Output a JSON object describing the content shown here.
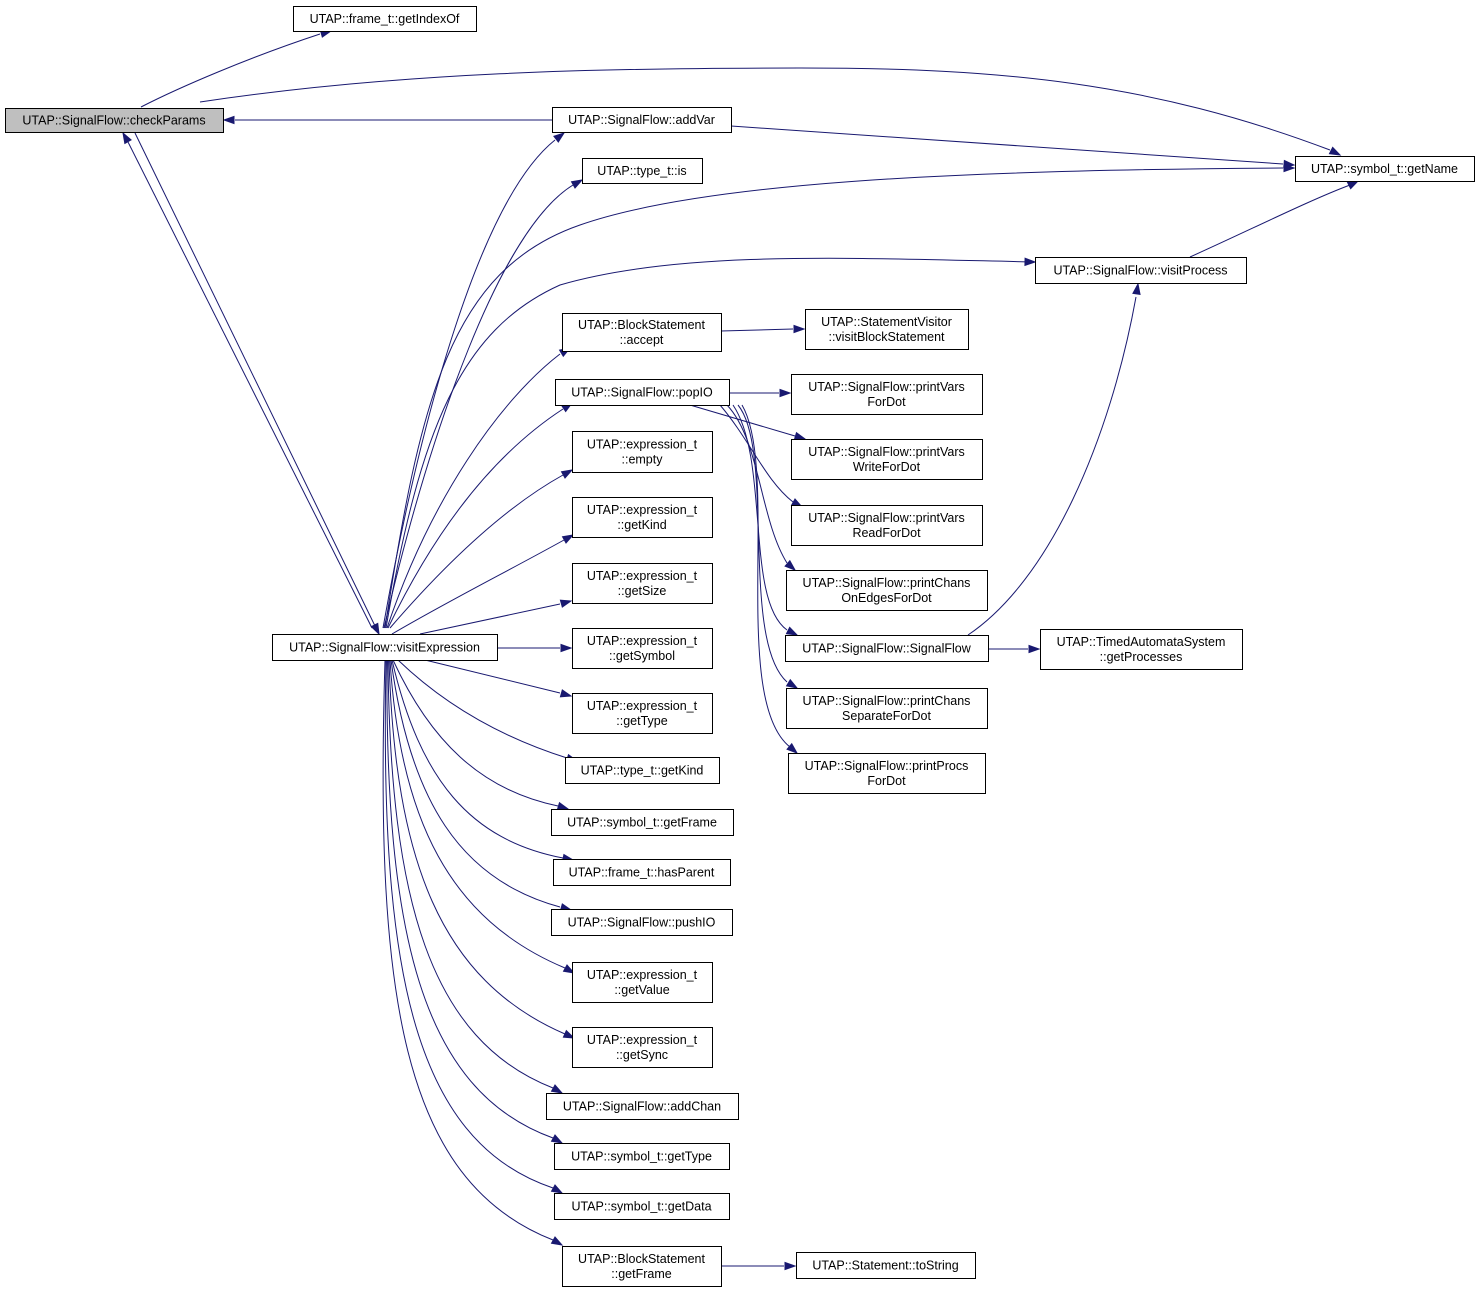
{
  "graph": {
    "colors": {
      "edge": "#191970",
      "node_border": "#000000",
      "root_fill": "#bfbfbf",
      "node_fill": "#ffffff"
    },
    "nodes": [
      {
        "id": "checkParams",
        "lines": [
          "UTAP::SignalFlow::checkParams"
        ],
        "root": true
      },
      {
        "id": "getIndexOf",
        "lines": [
          "UTAP::frame_t::getIndexOf"
        ]
      },
      {
        "id": "addVar",
        "lines": [
          "UTAP::SignalFlow::addVar"
        ]
      },
      {
        "id": "getName",
        "lines": [
          "UTAP::symbol_t::getName"
        ]
      },
      {
        "id": "typeIs",
        "lines": [
          "UTAP::type_t::is"
        ]
      },
      {
        "id": "visitProcess",
        "lines": [
          "UTAP::SignalFlow::visitProcess"
        ]
      },
      {
        "id": "accept",
        "lines": [
          "UTAP::BlockStatement",
          "::accept"
        ]
      },
      {
        "id": "visitBlockStatement",
        "lines": [
          "UTAP::StatementVisitor",
          "::visitBlockStatement"
        ]
      },
      {
        "id": "popIO",
        "lines": [
          "UTAP::SignalFlow::popIO"
        ]
      },
      {
        "id": "printVarsForDot",
        "lines": [
          "UTAP::SignalFlow::printVars",
          "ForDot"
        ]
      },
      {
        "id": "empty",
        "lines": [
          "UTAP::expression_t",
          "::empty"
        ]
      },
      {
        "id": "printVarsWriteForDot",
        "lines": [
          "UTAP::SignalFlow::printVars",
          "WriteForDot"
        ]
      },
      {
        "id": "exprGetKind",
        "lines": [
          "UTAP::expression_t",
          "::getKind"
        ]
      },
      {
        "id": "printVarsReadForDot",
        "lines": [
          "UTAP::SignalFlow::printVars",
          "ReadForDot"
        ]
      },
      {
        "id": "getSize",
        "lines": [
          "UTAP::expression_t",
          "::getSize"
        ]
      },
      {
        "id": "printChansOnEdgesForDot",
        "lines": [
          "UTAP::SignalFlow::printChans",
          "OnEdgesForDot"
        ]
      },
      {
        "id": "visitExpression",
        "lines": [
          "UTAP::SignalFlow::visitExpression"
        ]
      },
      {
        "id": "getSymbol",
        "lines": [
          "UTAP::expression_t",
          "::getSymbol"
        ]
      },
      {
        "id": "signalFlow",
        "lines": [
          "UTAP::SignalFlow::SignalFlow"
        ]
      },
      {
        "id": "getProcesses",
        "lines": [
          "UTAP::TimedAutomataSystem",
          "::getProcesses"
        ]
      },
      {
        "id": "exprGetType",
        "lines": [
          "UTAP::expression_t",
          "::getType"
        ]
      },
      {
        "id": "printChansSeparateForDot",
        "lines": [
          "UTAP::SignalFlow::printChans",
          "SeparateForDot"
        ]
      },
      {
        "id": "typeGetKind",
        "lines": [
          "UTAP::type_t::getKind"
        ]
      },
      {
        "id": "printProcsForDot",
        "lines": [
          "UTAP::SignalFlow::printProcs",
          "ForDot"
        ]
      },
      {
        "id": "symGetFrame",
        "lines": [
          "UTAP::symbol_t::getFrame"
        ]
      },
      {
        "id": "hasParent",
        "lines": [
          "UTAP::frame_t::hasParent"
        ]
      },
      {
        "id": "pushIO",
        "lines": [
          "UTAP::SignalFlow::pushIO"
        ]
      },
      {
        "id": "getValue",
        "lines": [
          "UTAP::expression_t",
          "::getValue"
        ]
      },
      {
        "id": "getSync",
        "lines": [
          "UTAP::expression_t",
          "::getSync"
        ]
      },
      {
        "id": "addChan",
        "lines": [
          "UTAP::SignalFlow::addChan"
        ]
      },
      {
        "id": "symGetType",
        "lines": [
          "UTAP::symbol_t::getType"
        ]
      },
      {
        "id": "symGetData",
        "lines": [
          "UTAP::symbol_t::getData"
        ]
      },
      {
        "id": "bsGetFrame",
        "lines": [
          "UTAP::BlockStatement",
          "::getFrame"
        ]
      },
      {
        "id": "toString",
        "lines": [
          "UTAP::Statement::toString"
        ]
      }
    ],
    "edges": [
      {
        "from": "checkParams",
        "to": "getIndexOf"
      },
      {
        "from": "checkParams",
        "to": "getName"
      },
      {
        "from": "checkParams",
        "to": "visitExpression"
      },
      {
        "from": "addVar",
        "to": "checkParams"
      },
      {
        "from": "addVar",
        "to": "getName"
      },
      {
        "from": "visitProcess",
        "to": "getName"
      },
      {
        "from": "accept",
        "to": "visitBlockStatement"
      },
      {
        "from": "popIO",
        "to": "printVarsForDot"
      },
      {
        "from": "popIO",
        "to": "printVarsWriteForDot"
      },
      {
        "from": "popIO",
        "to": "printVarsReadForDot"
      },
      {
        "from": "popIO",
        "to": "printChansOnEdgesForDot"
      },
      {
        "from": "popIO",
        "to": "signalFlow"
      },
      {
        "from": "popIO",
        "to": "printChansSeparateForDot"
      },
      {
        "from": "popIO",
        "to": "printProcsForDot"
      },
      {
        "from": "signalFlow",
        "to": "visitProcess"
      },
      {
        "from": "signalFlow",
        "to": "getProcesses"
      },
      {
        "from": "visitExpression",
        "to": "checkParams"
      },
      {
        "from": "visitExpression",
        "to": "addVar"
      },
      {
        "from": "visitExpression",
        "to": "typeIs"
      },
      {
        "from": "visitExpression",
        "to": "getName"
      },
      {
        "from": "visitExpression",
        "to": "visitProcess"
      },
      {
        "from": "visitExpression",
        "to": "accept"
      },
      {
        "from": "visitExpression",
        "to": "popIO"
      },
      {
        "from": "visitExpression",
        "to": "empty"
      },
      {
        "from": "visitExpression",
        "to": "exprGetKind"
      },
      {
        "from": "visitExpression",
        "to": "getSize"
      },
      {
        "from": "visitExpression",
        "to": "getSymbol"
      },
      {
        "from": "visitExpression",
        "to": "exprGetType"
      },
      {
        "from": "visitExpression",
        "to": "typeGetKind"
      },
      {
        "from": "visitExpression",
        "to": "symGetFrame"
      },
      {
        "from": "visitExpression",
        "to": "hasParent"
      },
      {
        "from": "visitExpression",
        "to": "pushIO"
      },
      {
        "from": "visitExpression",
        "to": "getValue"
      },
      {
        "from": "visitExpression",
        "to": "getSync"
      },
      {
        "from": "visitExpression",
        "to": "addChan"
      },
      {
        "from": "visitExpression",
        "to": "symGetType"
      },
      {
        "from": "visitExpression",
        "to": "symGetData"
      },
      {
        "from": "visitExpression",
        "to": "bsGetFrame"
      },
      {
        "from": "bsGetFrame",
        "to": "toString"
      }
    ]
  }
}
